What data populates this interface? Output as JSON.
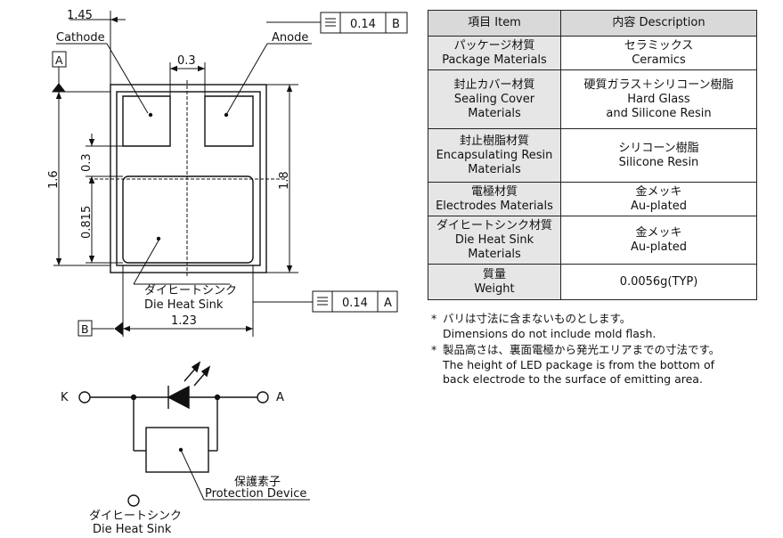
{
  "drawing": {
    "dim_width_total": "1.45",
    "dim_gap": "0.3",
    "dim_height_total": "1.6",
    "dim_height_inner": "1.8",
    "dim_pad_gap": "0.3",
    "dim_pad_height": "0.815",
    "dim_heatsink_width": "1.23",
    "label_cathode": "Cathode",
    "label_anode": "Anode",
    "datum_a": "A",
    "datum_b": "B",
    "tol_top_value": "0.14",
    "tol_top_ref": "B",
    "tol_bottom_value": "0.14",
    "tol_bottom_ref": "A",
    "heatsink_label_jp": "ダイヒートシンク",
    "heatsink_label_en": "Die Heat Sink"
  },
  "circuit": {
    "terminal_k": "K",
    "terminal_a": "A",
    "protection_jp": "保護素子",
    "protection_en": "Protection Device",
    "heatsink_jp": "ダイヒートシンク",
    "heatsink_en": "Die Heat Sink"
  },
  "table": {
    "header_item": "項目 Item",
    "header_desc": "内容 Description",
    "rows": [
      {
        "item": [
          "パッケージ材質",
          "Package Materials"
        ],
        "desc": [
          "セラミックス",
          "Ceramics"
        ]
      },
      {
        "item": [
          "封止カバー材質",
          "Sealing Cover",
          "Materials"
        ],
        "desc": [
          "硬質ガラス＋シリコーン樹脂",
          "Hard Glass",
          "and Silicone Resin"
        ]
      },
      {
        "item": [
          "封止樹脂材質",
          "Encapsulating Resin",
          "Materials"
        ],
        "desc": [
          "シリコーン樹脂",
          "Silicone Resin"
        ]
      },
      {
        "item": [
          "電極材質",
          "Electrodes Materials"
        ],
        "desc": [
          "金メッキ",
          "Au-plated"
        ]
      },
      {
        "item": [
          "ダイヒートシンク材質",
          "Die Heat Sink",
          "Materials"
        ],
        "desc": [
          "金メッキ",
          "Au-plated"
        ]
      },
      {
        "item": [
          "質量",
          "Weight"
        ],
        "desc": [
          "0.0056g(TYP)"
        ]
      }
    ]
  },
  "notes": [
    {
      "mark": "*",
      "lines": [
        "バリは寸法に含まないものとします。",
        "Dimensions do not include mold flash."
      ]
    },
    {
      "mark": "*",
      "lines": [
        "製品高さは、裏面電極から発光エリアまでの寸法です。",
        "The height of LED package is from the bottom of",
        "back electrode to the surface of emitting area."
      ]
    }
  ]
}
